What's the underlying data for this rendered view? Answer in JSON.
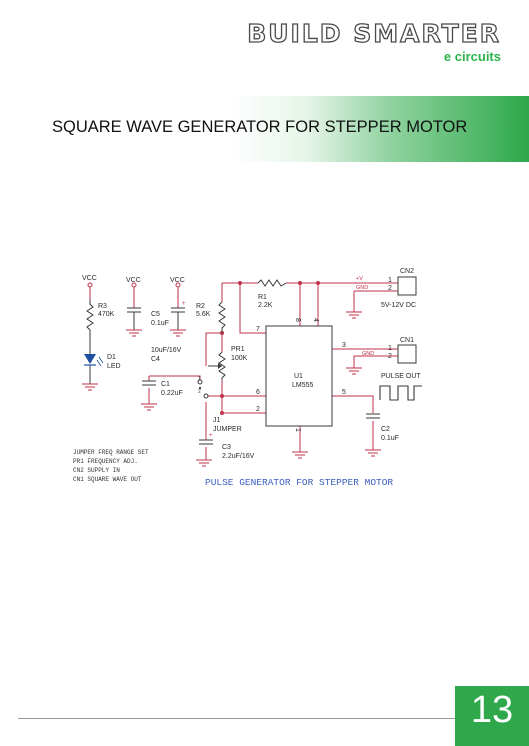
{
  "brand": {
    "title": "BUILD SMARTER",
    "subtitle": "e circuits"
  },
  "page": {
    "title": "SQUARE WAVE GENERATOR FOR STEPPER MOTOR",
    "number": "13"
  },
  "schematic": {
    "caption": "PULSE GENERATOR FOR STEPPER MOTOR",
    "vcc": [
      "VCC",
      "VCC",
      "VCC"
    ],
    "r3": {
      "ref": "R3",
      "value": "470K"
    },
    "c5": {
      "ref": "C5",
      "value": "0.1uF"
    },
    "c4": {
      "ref": "C4",
      "value": "10uF/16V"
    },
    "r2": {
      "ref": "R2",
      "value": "5.6K"
    },
    "r1": {
      "ref": "R1",
      "value": "2.2K"
    },
    "pr1": {
      "ref": "PR1",
      "value": "100K"
    },
    "d1": {
      "ref": "D1",
      "value": "LED"
    },
    "c1": {
      "ref": "C1",
      "value": "0.22uF"
    },
    "j1": {
      "ref": "J1",
      "value": "JUMPER"
    },
    "c3": {
      "ref": "C3",
      "value": "2.2uF/16V"
    },
    "u1": {
      "ref": "U1",
      "value": "LM555"
    },
    "c2": {
      "ref": "C2",
      "value": "0.1uF"
    },
    "cn2": {
      "ref": "CN2",
      "value": "5V-12V DC",
      "pin1": "1",
      "pin2": "2",
      "net1": "+V",
      "net2": "GND"
    },
    "cn1": {
      "ref": "CN1",
      "value": "PULSE OUT",
      "pin1": "1",
      "pin2": "2",
      "net2": "GND"
    },
    "pins": {
      "p8": "8",
      "p4": "4",
      "p7": "7",
      "p3": "3",
      "p6": "6",
      "p2": "2",
      "p5": "5",
      "p1": "1"
    },
    "notes": [
      "JUMPER FREQ RANGE SET",
      "PR1  FREQUENCY ADJ.",
      "CN2 SUPPLY IN",
      "CN1 SQUARE WAVE OUT"
    ]
  }
}
